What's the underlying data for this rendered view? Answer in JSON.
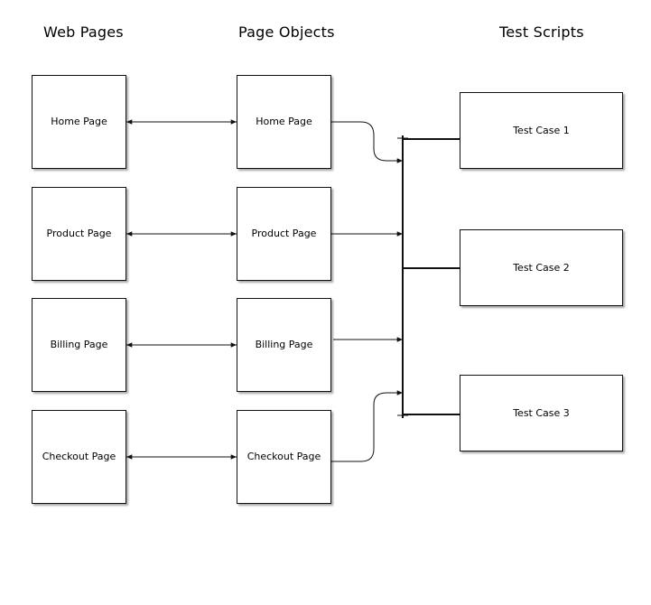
{
  "headings": {
    "web_pages": "Web Pages",
    "page_objects": "Page Objects",
    "test_scripts": "Test Scripts"
  },
  "web_pages": [
    {
      "label": "Home Page"
    },
    {
      "label": "Product Page"
    },
    {
      "label": "Billing Page"
    },
    {
      "label": "Checkout Page"
    }
  ],
  "page_objects": [
    {
      "label": "Home Page"
    },
    {
      "label": "Product Page"
    },
    {
      "label": "Billing Page"
    },
    {
      "label": "Checkout Page"
    }
  ],
  "test_scripts": [
    {
      "label": "Test Case 1"
    },
    {
      "label": "Test Case 2"
    },
    {
      "label": "Test Case 3"
    }
  ],
  "colors": {
    "line": "#111111",
    "box_border": "#111111",
    "background": "#ffffff"
  }
}
